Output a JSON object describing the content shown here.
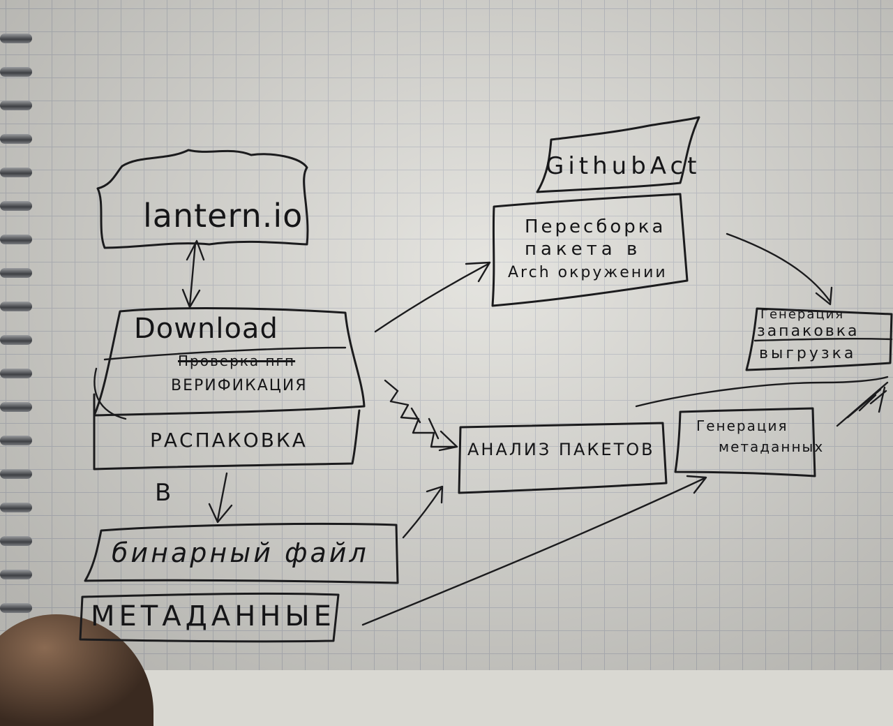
{
  "nodes": {
    "lantern": "lantern.io",
    "github": "GithubAct",
    "rebuild_1": "Пересборка",
    "rebuild_2": "пакета в",
    "rebuild_3": "Arch окружении",
    "download": "Download",
    "check_struck": "Проверка пгп",
    "verification": "ВЕРИФИКАЦИЯ",
    "unpack": "РАСПАКОВКА",
    "b_mark": "B",
    "binary": "бинарный файл",
    "metadata": "МЕТАДАННЫЕ",
    "analysis": "АНАЛИЗ ПАКЕТОВ",
    "gen_meta_1": "Генерация",
    "gen_meta_2": "метаданных",
    "regen_1": "Генерация",
    "regen_2": "запаковка",
    "regen_3": "выгрузка"
  },
  "colors": {
    "ink": "#1b1b1d",
    "paper": "#dddcd6",
    "grid": "#b9bcc2"
  }
}
